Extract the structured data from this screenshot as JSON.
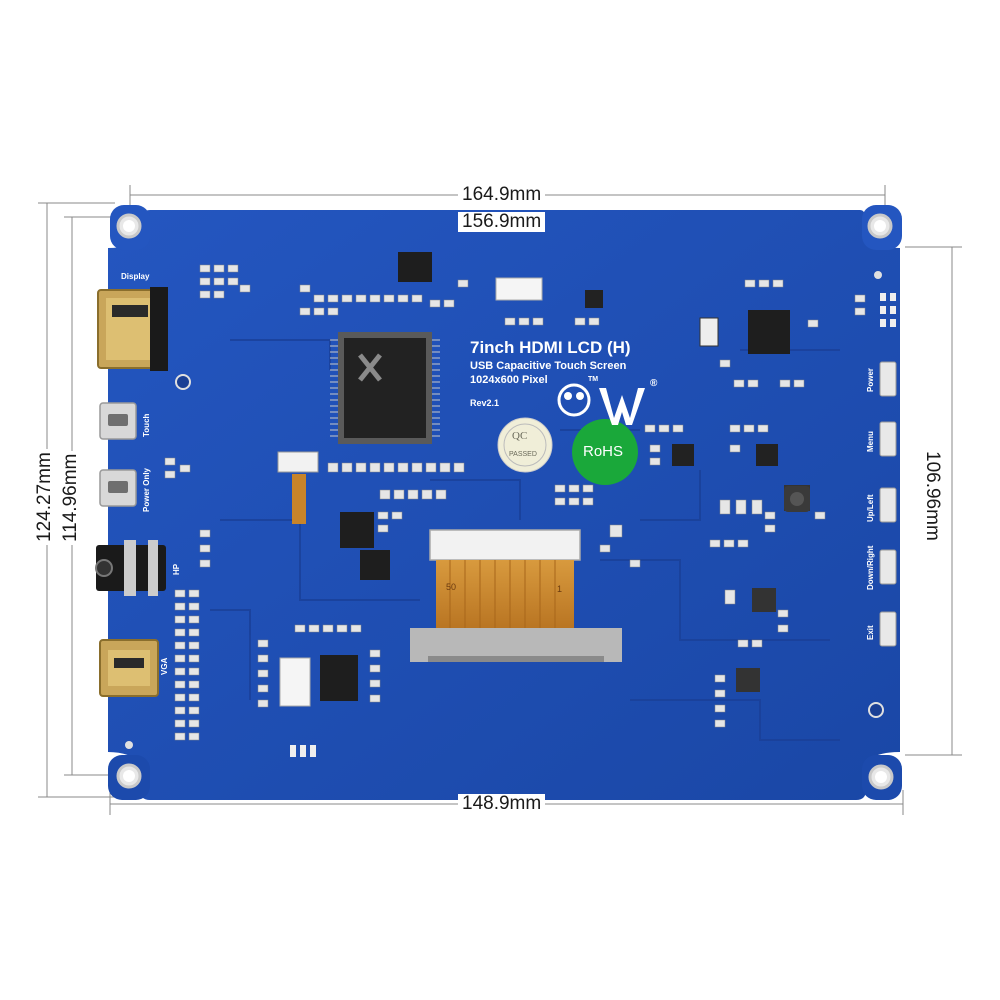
{
  "dimensions": {
    "outer_width": "164.9mm",
    "hole_width": "156.9mm",
    "bottom_width": "148.9mm",
    "outer_height": "124.27mm",
    "hole_height": "114.96mm",
    "right_height": "106.96mm"
  },
  "board": {
    "title": "7inch HDMI LCD (H)",
    "subtitle": "USB Capacitive Touch Screen",
    "resolution": "1024x600 Pixel",
    "revision": "Rev2.1",
    "trademark": "TM",
    "registered": "®",
    "qc_label": "QC",
    "qc_status": "PASSED",
    "rohs": "RoHS",
    "connector_left": "50",
    "connector_right": "1"
  },
  "ports": {
    "display": "Display",
    "touch": "Touch",
    "power_only": "Power Only",
    "hp": "HP",
    "vga": "VGA"
  },
  "buttons": {
    "power": "Power",
    "menu": "Menu",
    "up_left": "Up/Left",
    "down_right": "Down/Right",
    "exit": "Exit"
  },
  "colors": {
    "pcb_blue": "#1f4fb4",
    "pcb_dark": "#143a8c",
    "silk": "#ffffff",
    "rohs_green": "#1aa83a",
    "fpc_orange": "#c8842a"
  }
}
